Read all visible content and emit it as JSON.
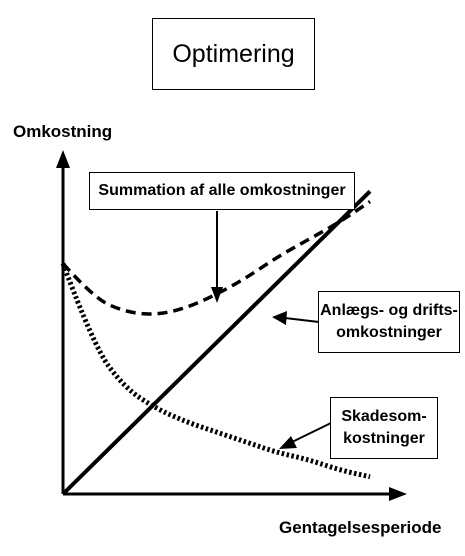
{
  "title": "Optimering",
  "y_axis_label": "Omkostning",
  "x_axis_label": "Gentagelsesperiode",
  "callouts": {
    "total": "Summation af alle omkostninger",
    "construction_line1": "Anlægs- og drifts-",
    "construction_line2": "omkostninger",
    "damage_line1": "Skadesom-",
    "damage_line2": "kostninger"
  },
  "chart_data": {
    "type": "line",
    "xlabel": "Gentagelsesperiode",
    "ylabel": "Omkostning",
    "series": [
      {
        "name": "Anlægs- og driftsomkostninger",
        "style": "solid",
        "x": [
          0,
          1
        ],
        "y": [
          0,
          0.88
        ]
      },
      {
        "name": "Skadesomkostninger",
        "style": "dotted",
        "x": [
          0,
          0.1,
          0.2,
          0.3,
          0.4,
          0.5,
          0.6,
          0.7,
          0.8,
          0.9,
          1.0
        ],
        "y": [
          0.67,
          0.43,
          0.31,
          0.25,
          0.21,
          0.18,
          0.15,
          0.12,
          0.1,
          0.07,
          0.05
        ]
      },
      {
        "name": "Summation af alle omkostninger",
        "style": "dashed",
        "x": [
          0,
          0.1,
          0.2,
          0.3,
          0.4,
          0.5,
          0.6,
          0.7,
          0.8,
          0.9,
          1.0
        ],
        "y": [
          0.67,
          0.57,
          0.53,
          0.52,
          0.54,
          0.58,
          0.63,
          0.69,
          0.74,
          0.79,
          0.85
        ]
      }
    ]
  }
}
